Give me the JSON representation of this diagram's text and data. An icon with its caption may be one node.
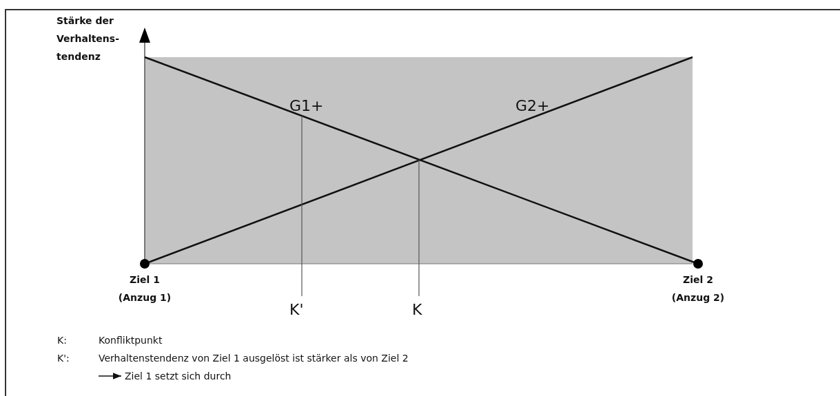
{
  "diagram": {
    "labels": [
      "Stärke der Verhaltens- tendenz",
      "G1+",
      "G2+",
      "Ziel 1 (Anzug 1)",
      "K'",
      "K",
      "Ziel 2 (Anzug 2)",
      "K:",
      "Konfliktpunkt",
      "K':",
      "Verhaltenstendenz von Ziel 1 ausgelöst ist stärker als von Ziel 2",
      "Ziel 1 setzt sich durch"
    ]
  }
}
